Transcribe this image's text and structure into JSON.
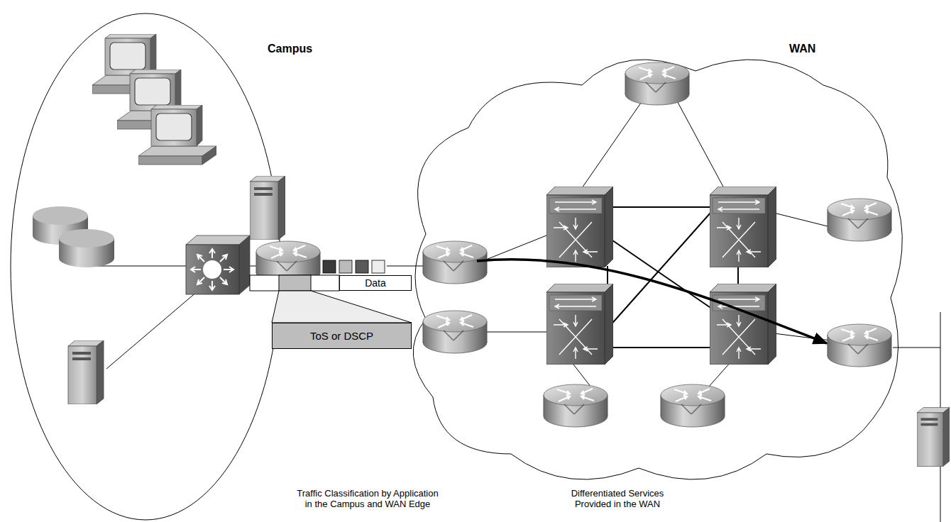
{
  "diagram": {
    "nodes": [
      {
        "text": [
          "Data"
        ]
      },
      {
        "text": [
          "ToS or DSCP"
        ]
      }
    ],
    "labels": [
      "Campus",
      "WAN",
      "Traffic Classification by Application in the Campus and WAN Edge",
      "Differentiated Services Provided in the WAN"
    ]
  }
}
